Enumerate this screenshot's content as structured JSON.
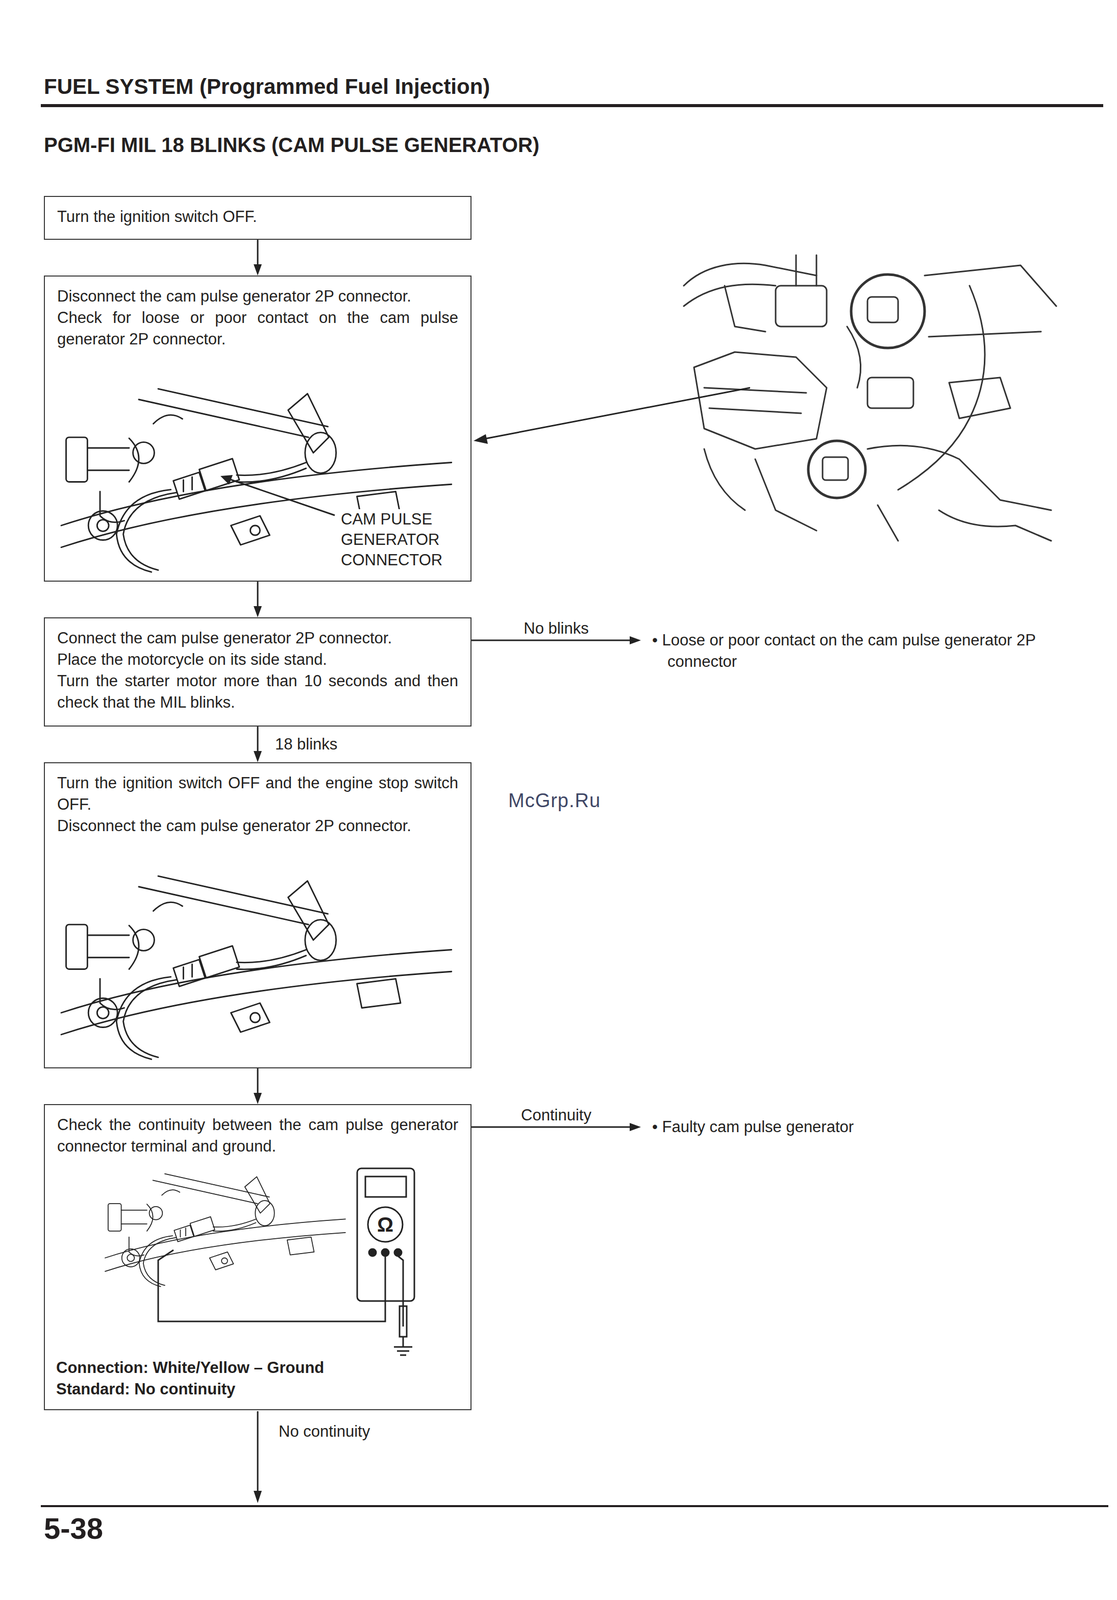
{
  "diagram": {
    "title": "PGM-FI MIL 18 BLINKS (CAM PULSE GENERATOR)",
    "nodes": [
      {
        "text": [
          "Turn the ignition switch OFF."
        ]
      },
      {
        "text": [
          "Disconnect the cam pulse generator 2P connector.",
          "Check for loose or poor contact on the cam pulse generator 2P connector.",
          "CAM PULSE GENERATOR CONNECTOR"
        ]
      },
      {
        "text": [
          "Connect the cam pulse generator 2P connector.",
          "Place the motorcycle on its side stand.",
          "Turn the starter motor more than 10 seconds and then check that the MIL blinks."
        ]
      },
      {
        "text": [
          "• Loose or poor contact on the cam pulse generator 2P connector"
        ]
      },
      {
        "text": [
          "Turn the ignition switch OFF and the engine stop switch OFF.",
          "Disconnect the cam pulse generator 2P connector."
        ]
      },
      {
        "text": [
          "Check the continuity between the cam pulse generator connector terminal and ground.",
          "Connection: White/Yellow – Ground",
          "Standard: No continuity"
        ]
      },
      {
        "text": [
          "• Faulty cam pulse generator"
        ]
      }
    ],
    "edges": [
      {
        "from": 0,
        "to": 1,
        "arrow": "to"
      },
      {
        "from": 1,
        "to": 2,
        "arrow": "to"
      },
      {
        "from": 2,
        "to": 3,
        "label": "No blinks",
        "arrow": "to"
      },
      {
        "from": 2,
        "to": 4,
        "label": "18 blinks",
        "arrow": "to"
      },
      {
        "from": 4,
        "to": 5,
        "arrow": "to"
      },
      {
        "from": 5,
        "to": 6,
        "label": "Continuity",
        "arrow": "to"
      }
    ],
    "labels": [
      "FUEL SYSTEM (Programmed Fuel Injection)",
      "McGrp.Ru",
      "Ω",
      "No continuity",
      "5-38"
    ]
  }
}
